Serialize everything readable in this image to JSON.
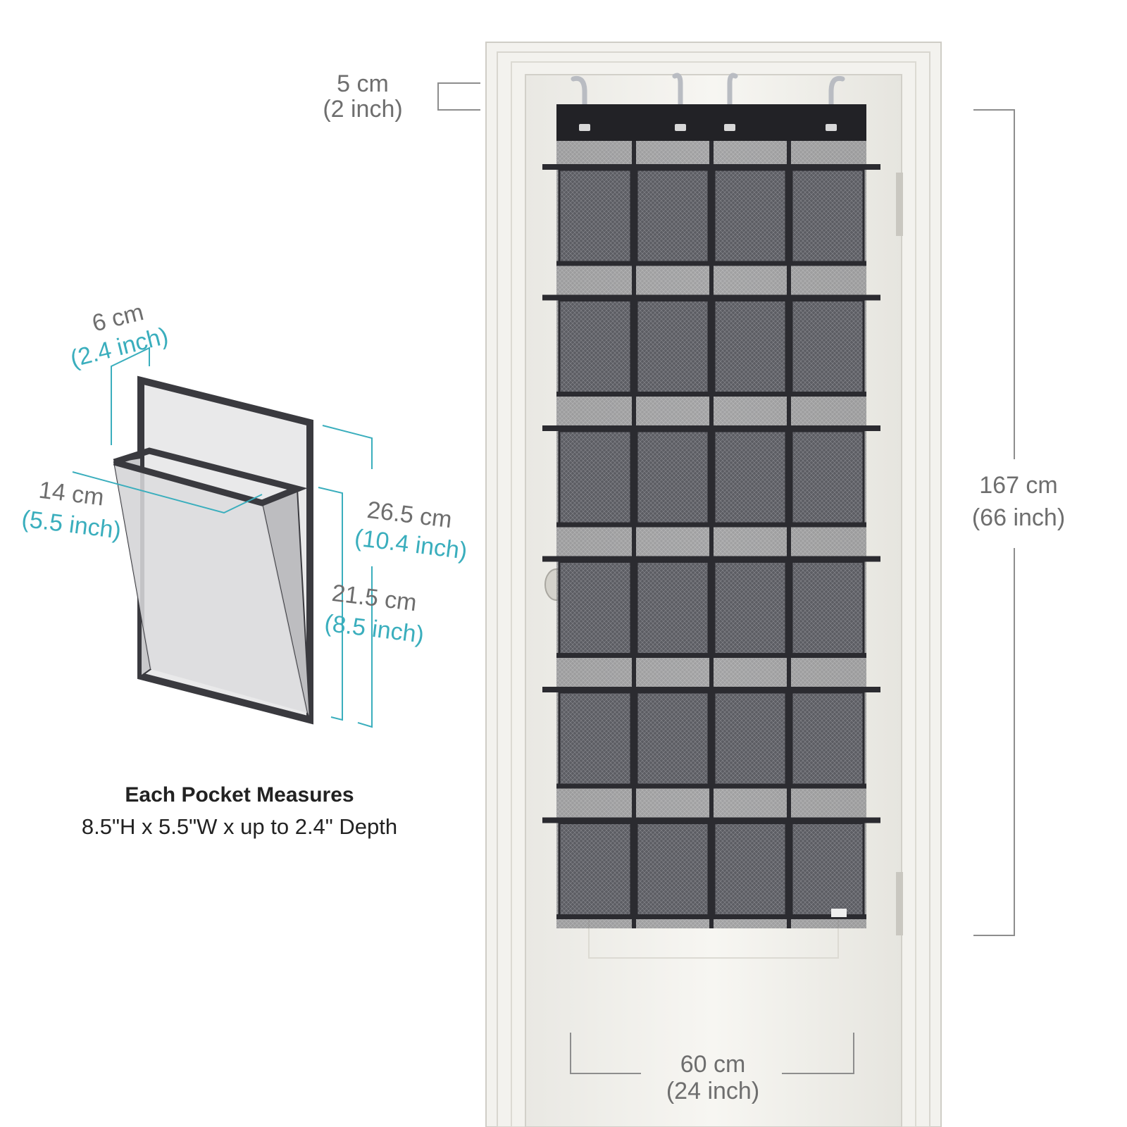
{
  "door": {
    "height_cm": "167 cm",
    "height_in": "(66 inch)",
    "width_cm": "60 cm",
    "width_in": "(24 inch)",
    "hook_cm": "5 cm",
    "hook_in": "(2 inch)",
    "rows": 6,
    "columns": 4
  },
  "pocket": {
    "depth_cm": "6 cm",
    "depth_in": "(2.4 inch)",
    "width_cm": "14 cm",
    "width_in": "(5.5 inch)",
    "back_height_cm": "26.5 cm",
    "back_height_in": "(10.4 inch)",
    "front_height_cm": "21.5 cm",
    "front_height_in": "(8.5 inch)"
  },
  "caption": {
    "title": "Each Pocket Measures",
    "subtitle": "8.5\"H x 5.5\"W x up to 2.4\" Depth"
  },
  "colors": {
    "accent_teal": "#3aaebd",
    "organizer": "#3a3a3f",
    "door": "#f4f3ef"
  }
}
